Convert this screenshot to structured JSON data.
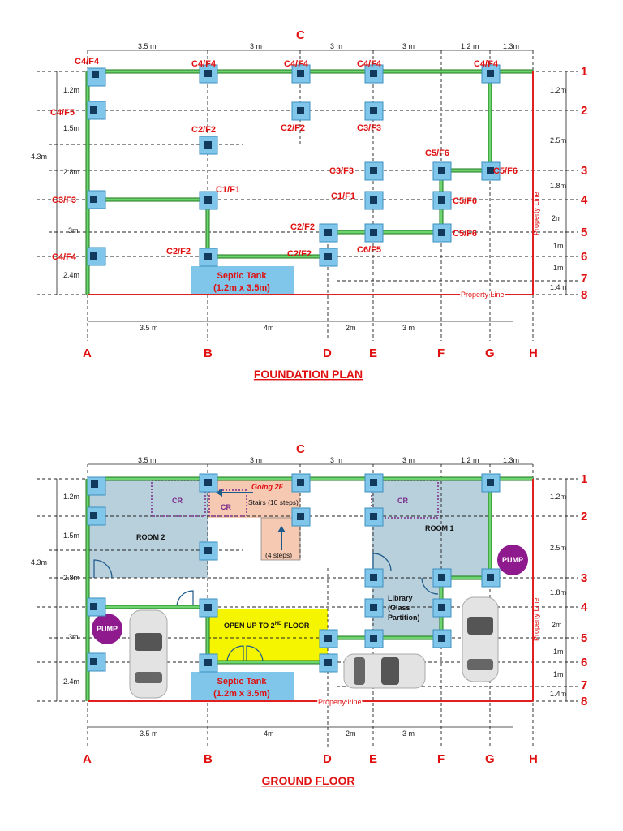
{
  "plans": [
    {
      "id": "foundation",
      "title": "FOUNDATION PLAN",
      "top_axis_label": "C",
      "top_dims": [
        "3.5 m",
        "3 m",
        "3 m",
        "3 m",
        "1.2 m",
        "1.3m"
      ],
      "bottom_dims": [
        "3.5 m",
        "4m",
        "2m",
        "3 m"
      ],
      "left_dims": [
        "1.2m",
        "1.5m",
        "2.8m",
        "3m",
        "2.4m"
      ],
      "left_total": "4.3m",
      "right_dims": [
        "1.2m",
        "2.5m",
        "1.8m",
        "2m",
        "1m",
        "1m",
        "1.4m"
      ],
      "x_axes": [
        "A",
        "B",
        "D",
        "E",
        "F",
        "G",
        "H"
      ],
      "y_axes": [
        "1",
        "2",
        "3",
        "4",
        "5",
        "6",
        "7",
        "8"
      ],
      "septic_tank": {
        "line1": "Septic Tank",
        "line2": "(1.2m x 3.5m)"
      },
      "property_line": "Property Line",
      "columns": [
        {
          "label": "C4/F4"
        },
        {
          "label": "C4/F4"
        },
        {
          "label": "C4/F4"
        },
        {
          "label": "C4/F4"
        },
        {
          "label": "C4/F4"
        },
        {
          "label": "C4/F5"
        },
        {
          "label": "C2/F2"
        },
        {
          "label": "C3/F3"
        },
        {
          "label": "C2/F2"
        },
        {
          "label": "C5/F6"
        },
        {
          "label": "C3/F3"
        },
        {
          "label": "C5/F6"
        },
        {
          "label": "C3/F3"
        },
        {
          "label": "C1/F1"
        },
        {
          "label": "C1/F1"
        },
        {
          "label": "C5/F6"
        },
        {
          "label": "C2/F2"
        },
        {
          "label": "C5/F6"
        },
        {
          "label": "C4/F4"
        },
        {
          "label": "C2/F2"
        },
        {
          "label": "C2/F2"
        },
        {
          "label": "C6/F5"
        }
      ]
    },
    {
      "id": "ground",
      "title": "GROUND FLOOR",
      "top_axis_label": "C",
      "top_dims": [
        "3.5 m",
        "3 m",
        "3 m",
        "3 m",
        "1.2 m",
        "1.3m"
      ],
      "bottom_dims": [
        "3.5 m",
        "4m",
        "2m",
        "3 m"
      ],
      "left_dims": [
        "1.2m",
        "1.5m",
        "2.8m",
        "3m",
        "2.4m"
      ],
      "left_total": "4.3m",
      "right_dims": [
        "1.2m",
        "2.5m",
        "1.8m",
        "2m",
        "1m",
        "1m",
        "1.4m"
      ],
      "x_axes": [
        "A",
        "B",
        "D",
        "E",
        "F",
        "G",
        "H"
      ],
      "y_axes": [
        "1",
        "2",
        "3",
        "4",
        "5",
        "6",
        "7",
        "8"
      ],
      "septic_tank": {
        "line1": "Septic Tank",
        "line2": "(1.2m x 3.5m)"
      },
      "property_line": "Property Line",
      "property_line_vertical": "Property Line",
      "rooms": {
        "room2": "ROOM 2",
        "room1": "ROOM 1",
        "cr_left": "CR",
        "cr_small": "CR",
        "cr_right": "CR",
        "library_l1": "Library",
        "library_l2": "(Glass",
        "library_l3": "Partition)",
        "open_up_prefix": "OPEN UP TO 2",
        "open_up_sup": "ND",
        "open_up_suffix": " FLOOR",
        "going": "Going 2F",
        "stairs": "Stairs (10 steps)",
        "steps4": "(4 steps)"
      },
      "pump": "PUMP",
      "colors": {
        "room_fill": "#b8cfdc",
        "stairs_fill": "#f6c9b3",
        "open_fill": "#f5f500",
        "pump_fill": "#8e1a8e",
        "wall": "#1a7a1a",
        "property": "#e02020"
      }
    }
  ]
}
